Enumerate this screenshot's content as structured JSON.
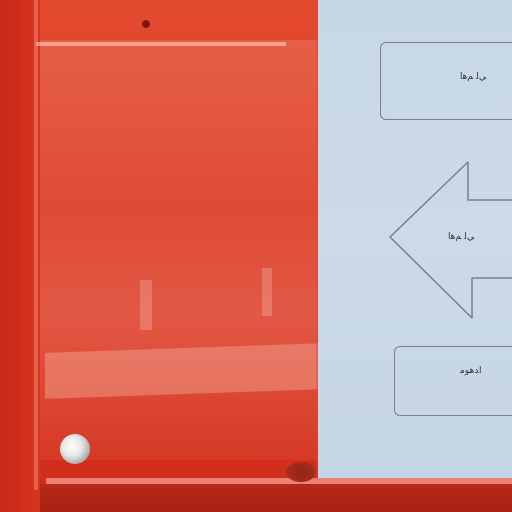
{
  "scene": {
    "description_type": "photo",
    "colors": {
      "board": "#d8341f",
      "paper": "#c9d8e9",
      "frame_shadow": "#a82214"
    }
  },
  "sign": {
    "top_box_text": "ﻲﻟ ﻢﻫﺍ",
    "arrow_text": "ﻲﻟ ﻢﻫﺍ",
    "bottom_box_text": "ﺍﺪﻫﻮﻣ"
  },
  "icons": {
    "arrow": "left-arrow-icon",
    "screw": "screw-icon"
  }
}
